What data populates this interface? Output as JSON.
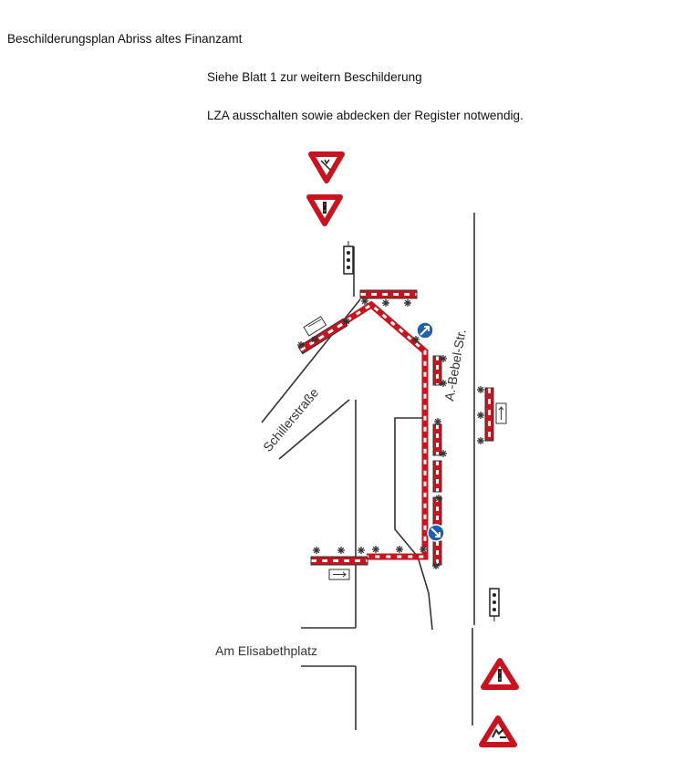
{
  "title": "Beschilderungsplan Abriss altes Finanzamt",
  "notes": [
    "Siehe Blatt 1 zur weitern Beschilderung",
    "LZA ausschalten sowie abdecken der Register notwendig."
  ],
  "streets": {
    "schiller": "Schillerstraße",
    "bebel": "A.-Bebel-Str.",
    "elisabeth": "Am Elisabethplatz"
  },
  "colors": {
    "barrier_red": "#c8141e",
    "road_line": "#333333",
    "keep_right_blue": "#1f5fae"
  },
  "icons": {
    "warning_sign": "roadworks-warning-triangle-icon",
    "traffic_light": "traffic-light-icon",
    "keep_right": "keep-right-blue-circle-icon",
    "warning_light": "warning-light-asterisk-icon",
    "detour_arrow": "direction-arrow-sign-icon"
  }
}
